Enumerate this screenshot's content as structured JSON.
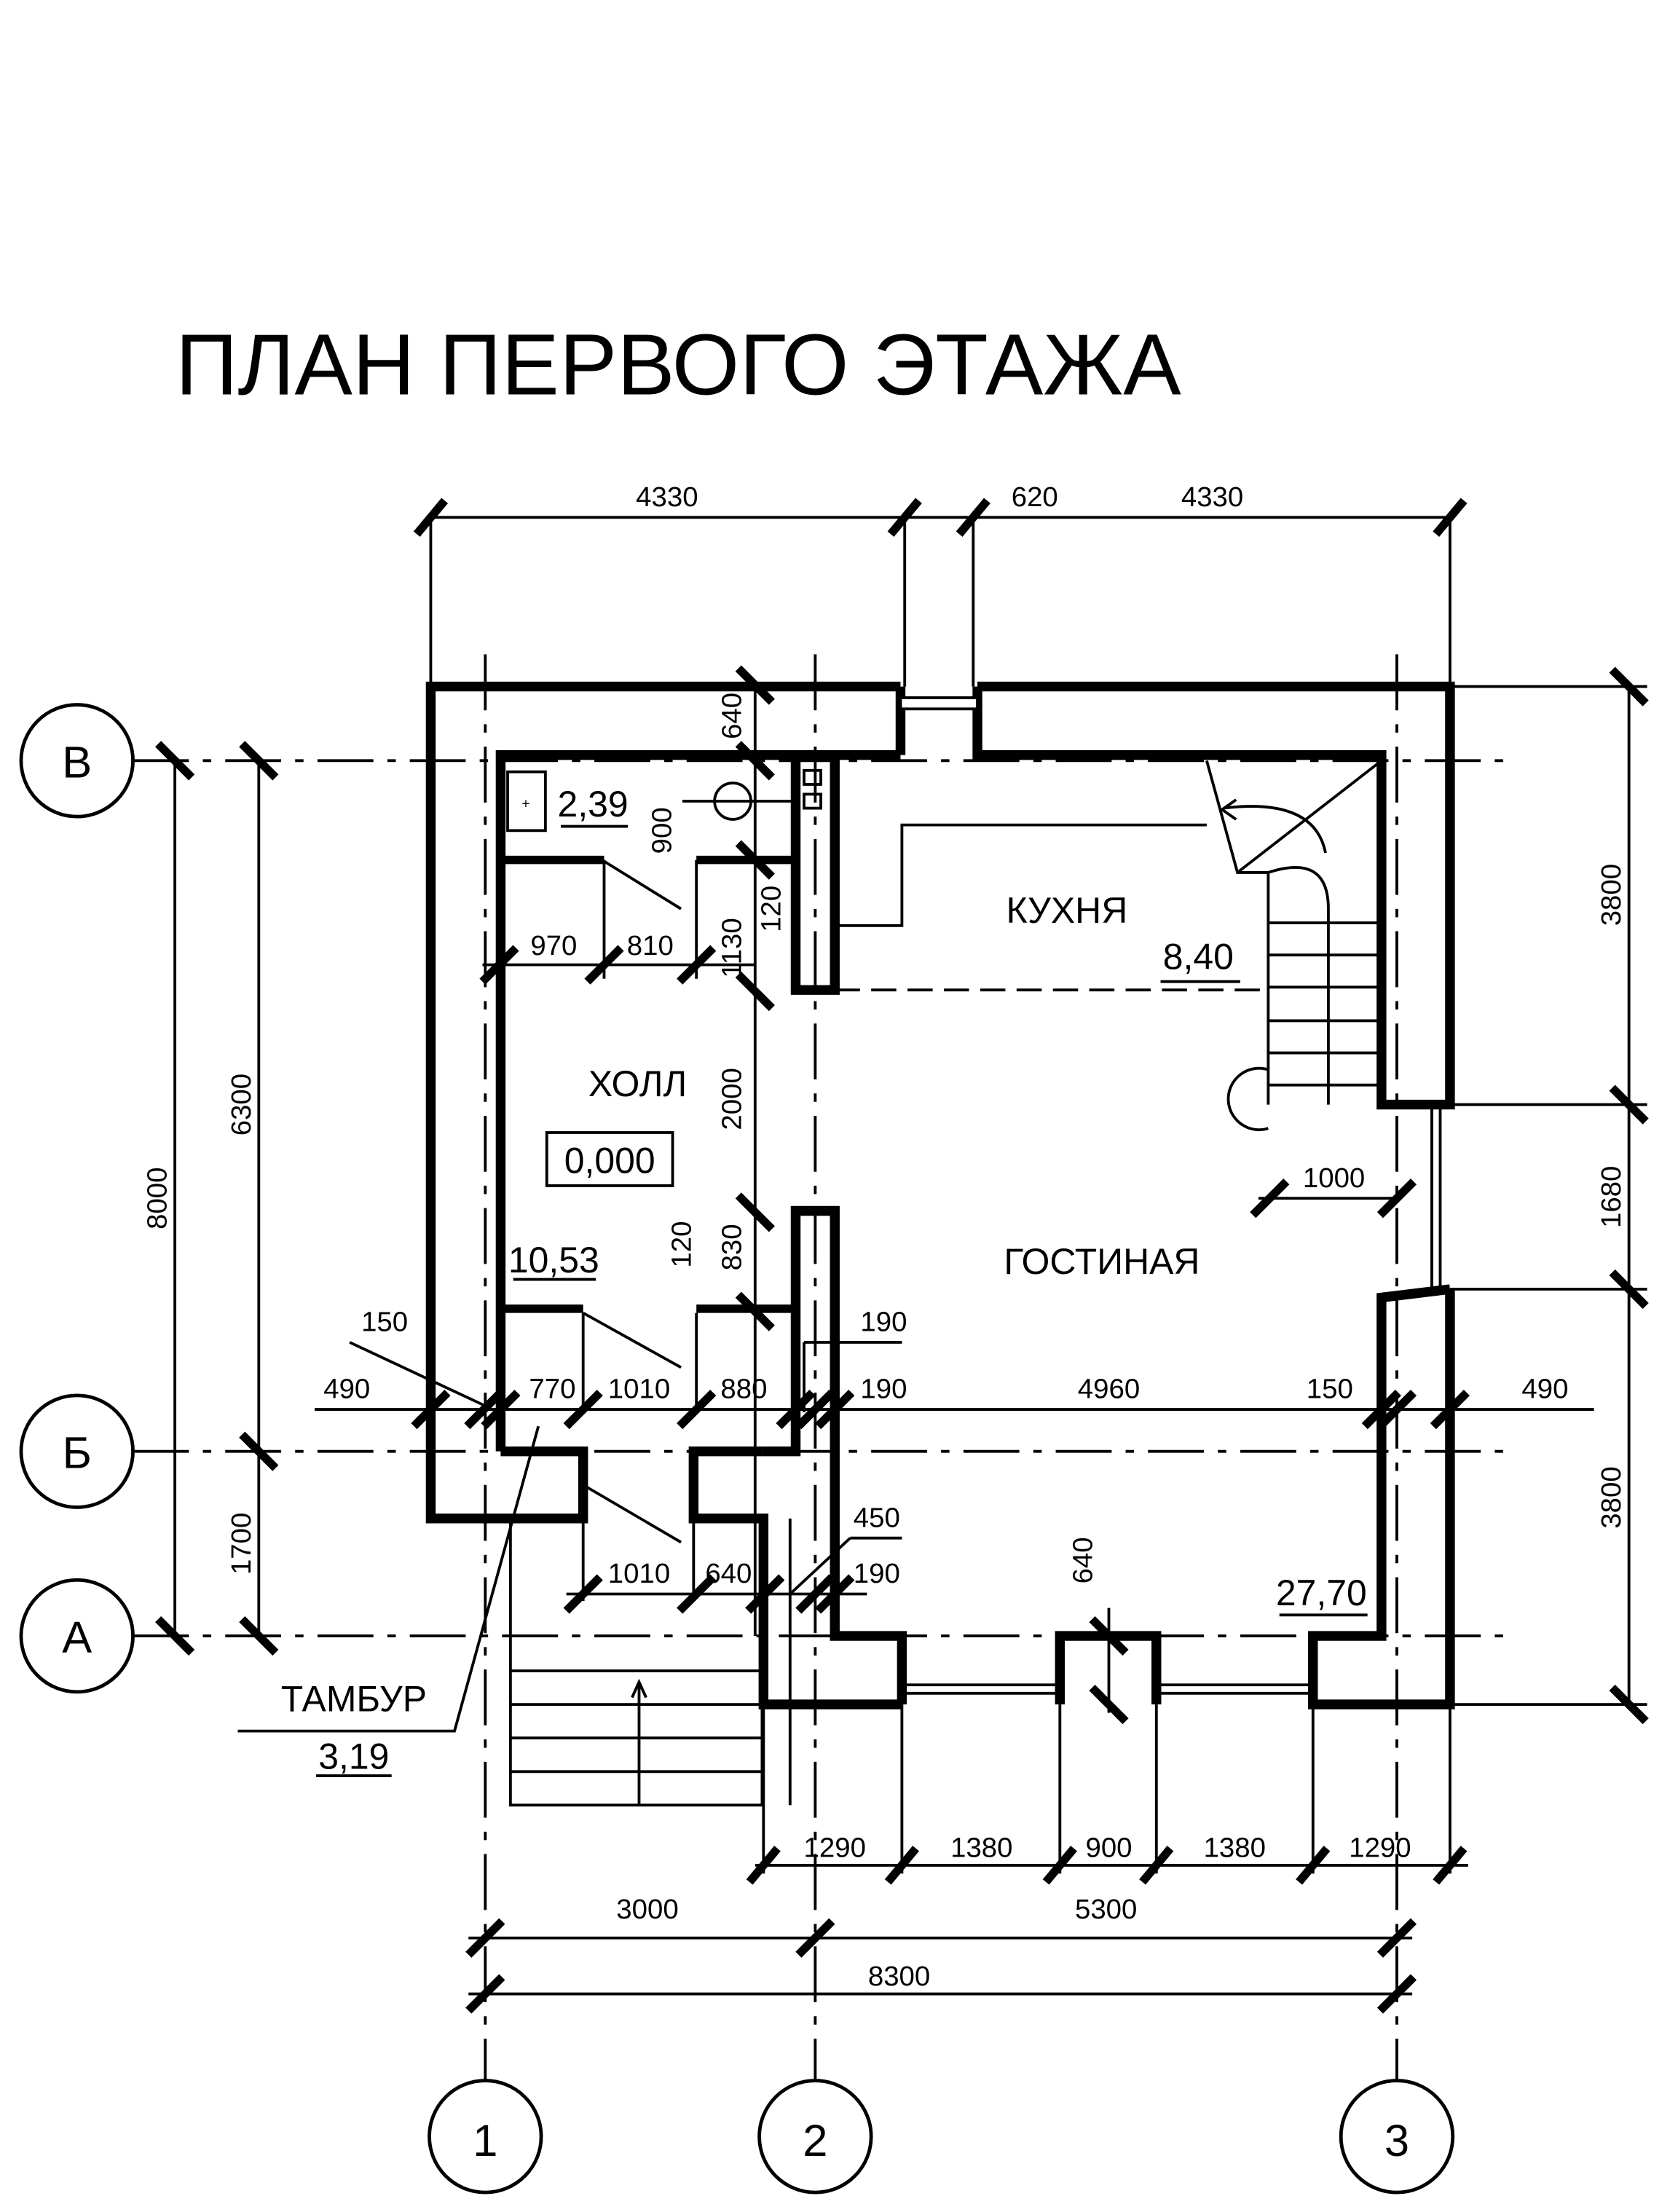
{
  "title": "ПЛАН ПЕРВОГО ЭТАЖА",
  "rooms": {
    "kitchen": "КУХНЯ",
    "kitchen_area": "8,40",
    "hall": "ХОЛЛ",
    "hall_level": "0,000",
    "hall_area": "10,53",
    "living": "ГОСТИНАЯ",
    "living_area": "27,70",
    "wc_area": "2,39",
    "vestibule": "ТАМБУР",
    "vestibule_area": "3,19"
  },
  "axes": {
    "row_top": "В",
    "row_mid": "Б",
    "row_bottom": "А",
    "col_left": "1",
    "col_mid": "2",
    "col_right": "3"
  },
  "dims": {
    "top_left": "4330",
    "top_gap": "620",
    "top_right": "4330",
    "left_total": "8000",
    "left_upper": "6300",
    "left_lower": "1700",
    "right_upper": "3800",
    "right_window": "1680",
    "right_lower": "3800",
    "bottom_1": "1290",
    "bottom_2": "1380",
    "bottom_3": "900",
    "bottom_4": "1380",
    "bottom_5": "1290",
    "axis_12": "3000",
    "axis_23": "5300",
    "axis_total": "8300",
    "wc_wall": "640",
    "wc_door_h": "900",
    "wc_partition": "120",
    "wc_left": "970",
    "wc_door_w": "810",
    "hall_open": "1130",
    "hall_2000": "2000",
    "hall_830": "830",
    "hall_120": "120",
    "stair_1000": "1000",
    "b_490_left": "490",
    "b_150_left": "150",
    "b_770": "770",
    "b_1010": "1010",
    "b_880": "880",
    "b_190_upper": "190",
    "b_190": "190",
    "b_4960": "4960",
    "b_150_right": "150",
    "b_490_right": "490",
    "a_1010": "1010",
    "a_640": "640",
    "a_450": "450",
    "a_190": "190",
    "pier_640": "640"
  }
}
